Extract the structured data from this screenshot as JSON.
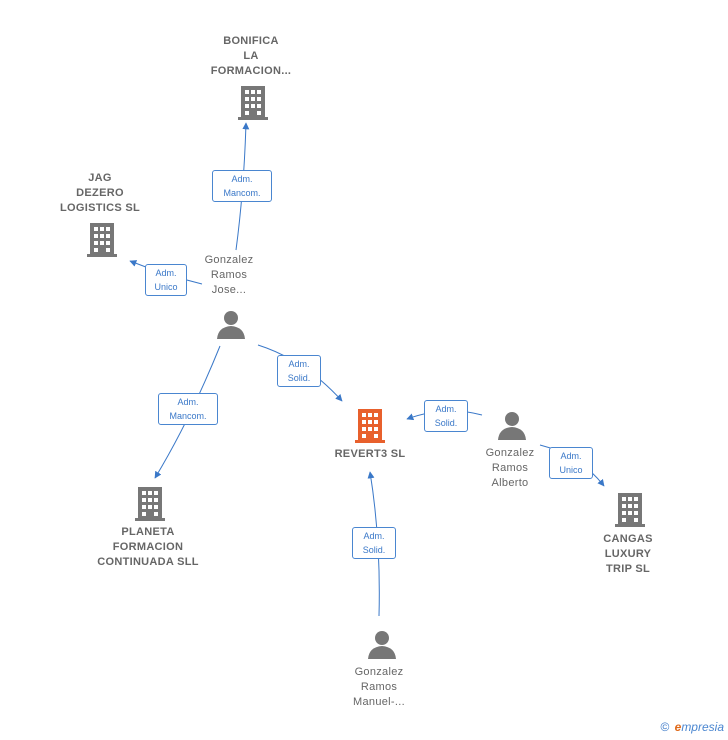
{
  "colors": {
    "edge": "#3a78c8",
    "building": "#777777",
    "focus_building": "#e8602c",
    "person": "#777777"
  },
  "nodes": {
    "bonifica": {
      "lines": [
        "BONIFICA",
        "LA",
        "FORMACION..."
      ],
      "icon": "building-icon"
    },
    "jag": {
      "lines": [
        "JAG",
        "DEZERO",
        "LOGISTICS  SL"
      ],
      "icon": "building-icon"
    },
    "planeta": {
      "lines": [
        "PLANETA",
        "FORMACION",
        "CONTINUADA SLL"
      ],
      "icon": "building-icon"
    },
    "revert3": {
      "lines": [
        "REVERT3  SL"
      ],
      "icon": "building-icon"
    },
    "cangas": {
      "lines": [
        "CANGAS",
        "LUXURY",
        "TRIP  SL"
      ],
      "icon": "building-icon"
    },
    "jose": {
      "lines": [
        "Gonzalez",
        "Ramos",
        "Jose..."
      ],
      "icon": "person-icon"
    },
    "alberto": {
      "lines": [
        "Gonzalez",
        "Ramos",
        "Alberto"
      ],
      "icon": "person-icon"
    },
    "manuel": {
      "lines": [
        "Gonzalez",
        "Ramos",
        "Manuel-..."
      ],
      "icon": "person-icon"
    }
  },
  "edges": [
    {
      "from": "jose",
      "to": "bonifica",
      "label": [
        "Adm.",
        "Mancom."
      ]
    },
    {
      "from": "jose",
      "to": "jag",
      "label": [
        "Adm.",
        "Unico"
      ]
    },
    {
      "from": "jose",
      "to": "revert3",
      "label": [
        "Adm.",
        "Solid."
      ]
    },
    {
      "from": "jose",
      "to": "planeta",
      "label": [
        "Adm.",
        "Mancom."
      ]
    },
    {
      "from": "alberto",
      "to": "revert3",
      "label": [
        "Adm.",
        "Solid."
      ]
    },
    {
      "from": "alberto",
      "to": "cangas",
      "label": [
        "Adm.",
        "Unico"
      ]
    },
    {
      "from": "manuel",
      "to": "revert3",
      "label": [
        "Adm.",
        "Solid."
      ]
    }
  ],
  "footer": {
    "copyright": "©",
    "brand_initial": "e",
    "brand_rest": "mpresia"
  }
}
